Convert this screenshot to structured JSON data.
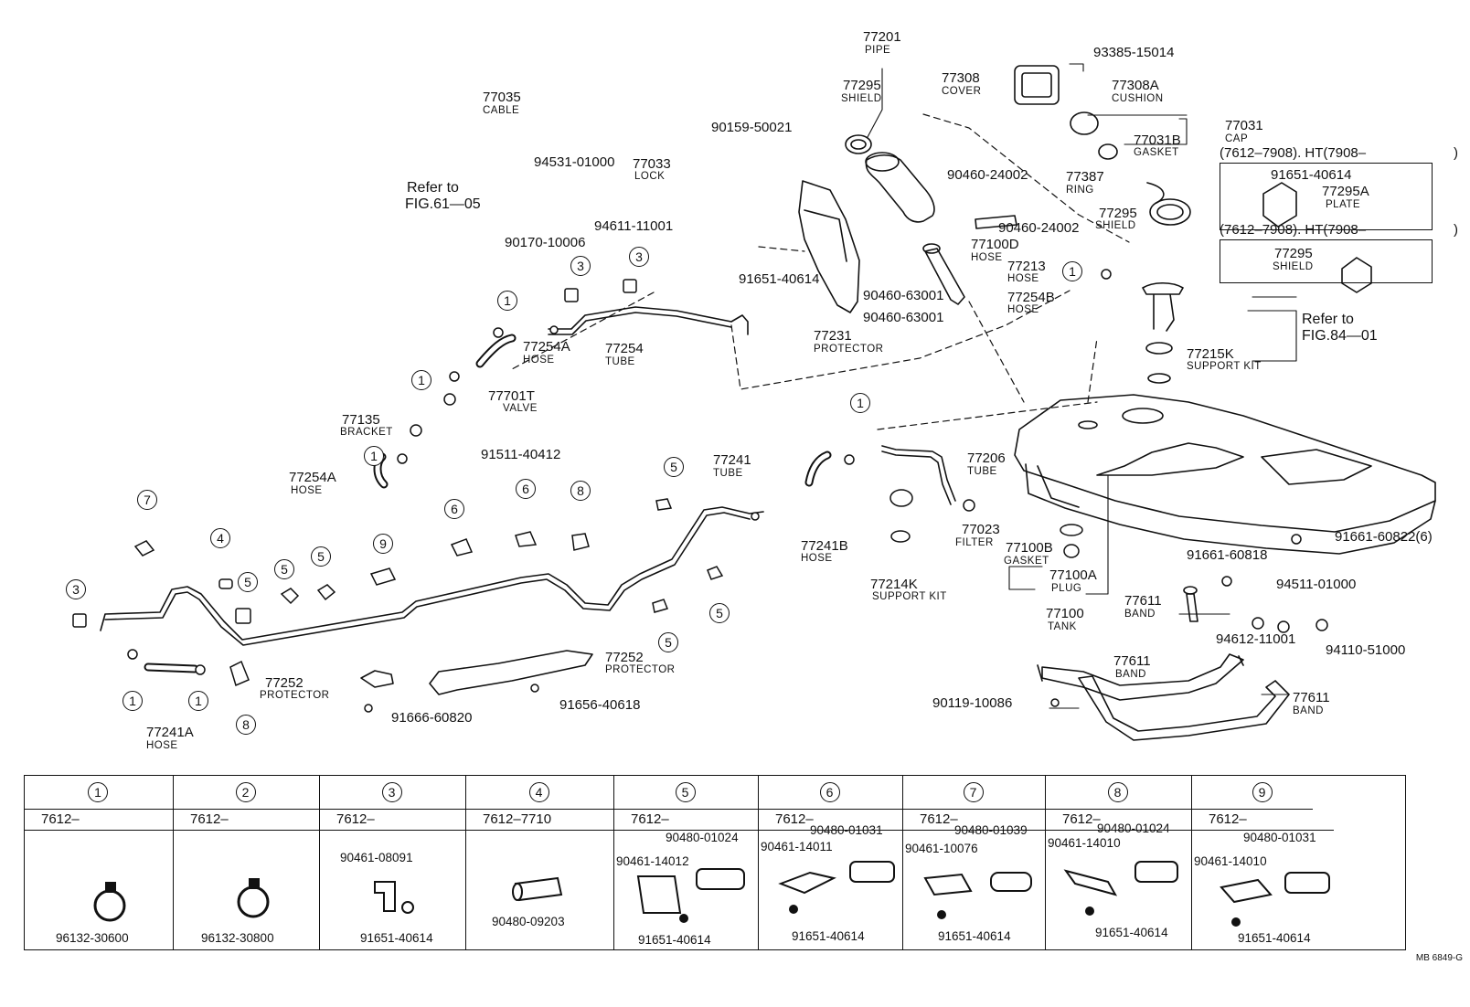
{
  "code": "MB 6849-G",
  "labels": {
    "p77201": "77201",
    "d77201": "PIPE",
    "p77295a": "77295",
    "d77295a": "SHIELD",
    "p77308": "77308",
    "d77308": "COVER",
    "p93385": "93385-15014",
    "p77308A": "77308A",
    "d77308A": "CUSHION",
    "p77031": "77031",
    "d77031": "CAP",
    "p77031B": "77031B",
    "d77031B": "GASKET",
    "p90159": "90159-50021",
    "p77035": "77035",
    "d77035": "CABLE",
    "p77033": "77033",
    "d77033": "LOCK",
    "p94531": "94531-01000",
    "p94611": "94611-11001",
    "p90170": "90170-10006",
    "refer1a": "Refer to",
    "refer1b": "FIG.61—05",
    "range1": "(7612–7908). HT(7908–",
    "range1end": ")",
    "p91651b": "91651-40614",
    "p77295A": "77295A",
    "d77295A": "PLATE",
    "p77387": "77387",
    "d77387": "RING",
    "p77295b": "77295",
    "d77295b": "SHIELD",
    "range2": "(7612–7908). HT(7908–",
    "range2end": ")",
    "p77295c": "77295",
    "d77295c": "SHIELD",
    "p90460a": "90460-24002",
    "p90460b": "90460-24002",
    "p77100D": "77100D",
    "d77100D": "HOSE",
    "p77213": "77213",
    "d77213": "HOSE",
    "p77254B": "77254B",
    "d77254B": "HOSE",
    "p91651a": "91651-40614",
    "p90460c": "90460-63001",
    "p90460d": "90460-63001",
    "p77231": "77231",
    "d77231": "PROTECTOR",
    "refer2a": "Refer to",
    "refer2b": "FIG.84—01",
    "p77215K": "77215K",
    "d77215K": "SUPPORT KIT",
    "p77254Aa": "77254A",
    "d77254Aa": "HOSE",
    "p77254": "77254",
    "d77254": "TUBE",
    "p77701T": "77701T",
    "d77701T": "VALVE",
    "p77135": "77135",
    "d77135": "BRACKET",
    "p91511": "91511-40412",
    "p77254Ab": "77254A",
    "d77254Ab": "HOSE",
    "p77241": "77241",
    "d77241": "TUBE",
    "p77206": "77206",
    "d77206": "TUBE",
    "p77241B": "77241B",
    "d77241B": "HOSE",
    "p77023": "77023",
    "d77023": "FILTER",
    "p77100B": "77100B",
    "d77100B": "GASKET",
    "p77100A": "77100A",
    "d77100A": "PLUG",
    "p77100": "77100",
    "d77100": "TANK",
    "p77214K": "77214K",
    "d77214K": "SUPPORT KIT",
    "p91661a": "91661-60822(6)",
    "p91661b": "91661-60818",
    "p94511": "94511-01000",
    "p94612": "94612-11001",
    "p94110": "94110-51000",
    "p77611a": "77611",
    "d77611a": "BAND",
    "p77611b": "77611",
    "d77611b": "BAND",
    "p77611c": "77611",
    "d77611c": "BAND",
    "p90119": "90119-10086",
    "p77252a": "77252",
    "d77252a": "PROTECTOR",
    "p77252b": "77252",
    "d77252b": "PROTECTOR",
    "p91656": "91656-40618",
    "p91666": "91666-60820",
    "p77241A": "77241A",
    "d77241A": "HOSE"
  },
  "callouts": [
    "1",
    "1",
    "1",
    "1",
    "1",
    "1",
    "1",
    "3",
    "3",
    "3",
    "5",
    "5",
    "5",
    "5",
    "5",
    "5",
    "6",
    "6",
    "7",
    "8",
    "8",
    "9",
    "4"
  ],
  "legend": [
    {
      "num": "1",
      "range": "7612–",
      "parts": [
        "96132-30600"
      ]
    },
    {
      "num": "2",
      "range": "7612–",
      "parts": [
        "96132-30800"
      ]
    },
    {
      "num": "3",
      "range": "7612–",
      "parts": [
        "90461-08091",
        "91651-40614"
      ]
    },
    {
      "num": "4",
      "range": "7612–7710",
      "parts": [
        "90480-09203"
      ]
    },
    {
      "num": "5",
      "range": "7612–",
      "parts": [
        "90480-01024",
        "90461-14012",
        "91651-40614"
      ]
    },
    {
      "num": "6",
      "range": "7612–",
      "parts": [
        "90480-01031",
        "90461-14011",
        "91651-40614"
      ]
    },
    {
      "num": "7",
      "range": "7612–",
      "parts": [
        "90480-01039",
        "90461-10076",
        "91651-40614"
      ]
    },
    {
      "num": "8",
      "range": "7612–",
      "parts": [
        "90480-01024",
        "90461-14010",
        "91651-40614"
      ]
    },
    {
      "num": "9",
      "range": "7612–",
      "parts": [
        "90480-01031",
        "90461-14010",
        "91651-40614"
      ]
    }
  ]
}
